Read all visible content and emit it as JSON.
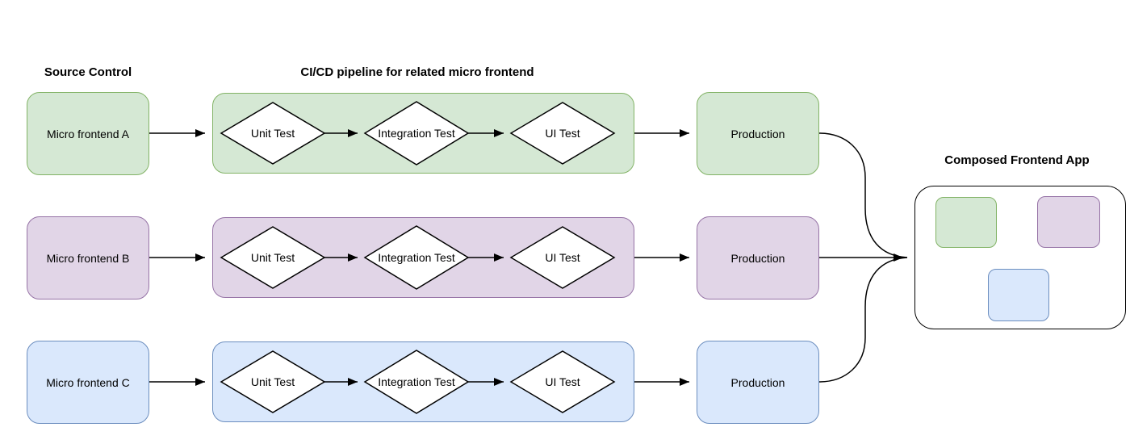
{
  "headers": {
    "source_control": "Source Control",
    "pipeline": "CI/CD pipeline for related micro frontend",
    "composed_app": "Composed Frontend App"
  },
  "rows": [
    {
      "source": "Micro frontend A",
      "steps": [
        "Unit Test",
        "Integration Test",
        "UI Test"
      ],
      "production": "Production",
      "color": "green"
    },
    {
      "source": "Micro frontend B",
      "steps": [
        "Unit Test",
        "Integration Test",
        "UI Test"
      ],
      "production": "Production",
      "color": "purple"
    },
    {
      "source": "Micro frontend C",
      "steps": [
        "Unit Test",
        "Integration Test",
        "UI Test"
      ],
      "production": "Production",
      "color": "blue"
    }
  ],
  "composed": {
    "tiles": [
      "green",
      "purple",
      "blue"
    ]
  },
  "colors": {
    "green": {
      "fill": "#d5e8d4",
      "stroke": "#82b366"
    },
    "purple": {
      "fill": "#e1d5e7",
      "stroke": "#9673a6"
    },
    "blue": {
      "fill": "#dae8fc",
      "stroke": "#6c8ebf"
    },
    "line": "#000000",
    "text": "#000000"
  }
}
